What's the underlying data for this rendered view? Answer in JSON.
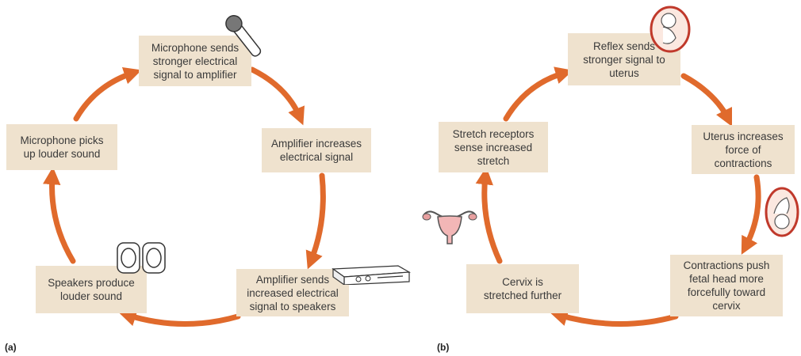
{
  "panel_a": {
    "label": "(a)",
    "boxes": {
      "mic_sends": "Microphone sends\nstronger electrical\nsignal to amplifier",
      "amp_increases": "Amplifier increases\nelectrical signal",
      "amp_sends": "Amplifier sends\nincreased electrical\nsignal to speakers",
      "speakers": "Speakers produce\nlouder sound",
      "mic_picks": "Microphone picks\nup louder sound"
    }
  },
  "panel_b": {
    "label": "(b)",
    "boxes": {
      "reflex": "Reflex sends\nstronger signal to\nuterus",
      "uterus": "Uterus increases\nforce of\ncontractions",
      "contractions": "Contractions push\nfetal head more\nforcefully toward\ncervix",
      "cervix": "Cervix is\nstretched further",
      "stretch": "Stretch receptors\nsense increased\nstretch"
    }
  },
  "colors": {
    "arrow": "#e06a2c",
    "box": "#efe2ce"
  },
  "icons": [
    "microphone-icon",
    "amplifier-icon",
    "speakers-icon",
    "fetus-icon",
    "uterus-icon"
  ]
}
